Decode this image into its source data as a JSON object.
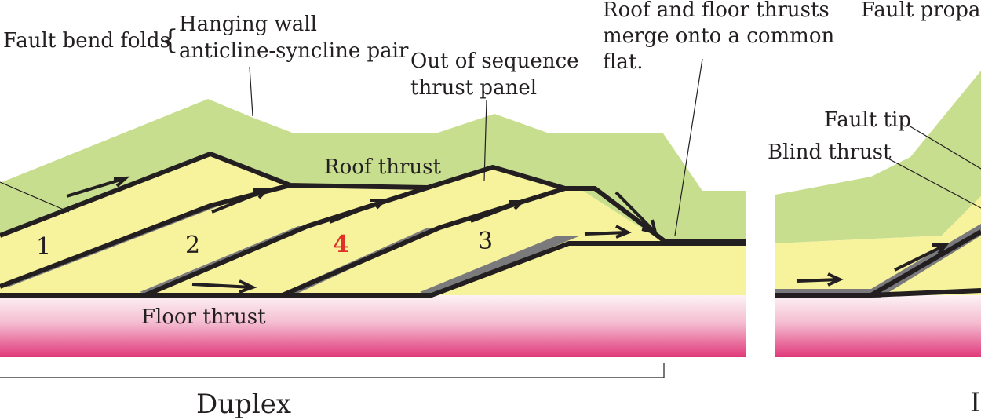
{
  "labels": {
    "fault_bend_folds": "Fault bend folds",
    "brace": "{",
    "hanging_wall_line1": "Hanging wall",
    "hanging_wall_line2": "anticline-syncline pair",
    "out_of_sequence_line1": "Out of sequence",
    "out_of_sequence_line2": "thrust panel",
    "roof_floor_line1": "Roof and floor thrusts",
    "roof_floor_line2": "merge onto a common",
    "roof_floor_line3": "flat.",
    "fault_propagation_partial": "Fault propag",
    "roof_thrust": "Roof thrust",
    "floor_thrust": "Floor thrust",
    "fault_tip": "Fault tip",
    "blind_thrust": "Blind thrust",
    "duplex": "Duplex",
    "right_caption_partial": "I"
  },
  "panel_numbers": [
    "1",
    "2",
    "4",
    "3"
  ],
  "colors": {
    "green_cover": "#c8de8f",
    "yellow_panels": "#f7f29c",
    "pink_base_top": "#fbeef2",
    "pink_base_bottom": "#e2417a",
    "thrust_line": "#231f20",
    "gray_bed": "#7a7a7c",
    "red_number": "#e03127"
  }
}
